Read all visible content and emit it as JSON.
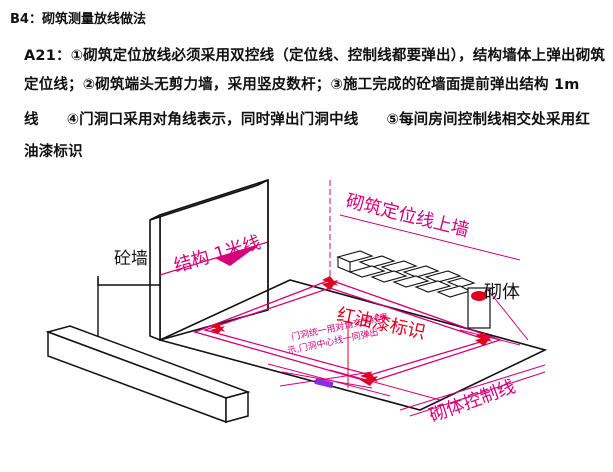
{
  "heading": "B4：砌筑测量放线做法",
  "paragraph": {
    "line1": "A21：①砌筑定位放线必须采用双控线（定位线、控制线都要弹出），结构墙体上弹出砌筑",
    "line2": "定位线；②砌筑端头无剪力墙，采用竖皮数杆；③施工完成的砼墙面提前弹出结构 1m",
    "line3_a": "线",
    "line3_b": "④门洞口采用对角线表示，同时弹出门洞中线",
    "line3_c": "⑤每间房间控制线相交处采用红",
    "line4": "油漆标识"
  },
  "diagram": {
    "label_concrete_wall": "砼墙",
    "label_structure_1m": "结构 1米线",
    "label_masonry_positioning": "砌筑定位线上墙",
    "label_masonry": "砌体",
    "label_red_paint": "红油漆标识",
    "label_door_note_1": "门洞统一用对角交叉线表",
    "label_door_note_2": "示,门洞中心线一同弹出",
    "label_masonry_control": "砌体控制线",
    "colors": {
      "magenta": "#d5007a",
      "red": "#e0001b",
      "black": "#111111"
    }
  }
}
